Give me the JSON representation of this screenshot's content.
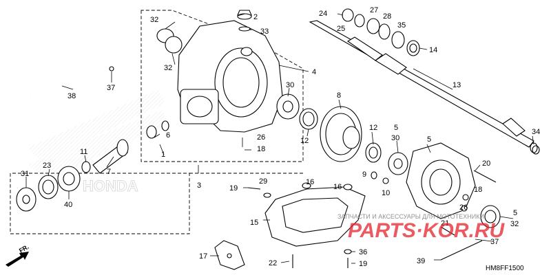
{
  "diagram": {
    "code": "HM8FF1500",
    "front_arrow_label": "FR.",
    "watermark_brand": "PARTS·KOR.RU",
    "watermark_text": "ЗАПЧАСТИ И АКСЕССУАРЫ ДЛЯ МОТОТЕХНИКИ",
    "callouts": [
      "1",
      "2",
      "3",
      "4",
      "5",
      "5",
      "6",
      "7",
      "8",
      "9",
      "10",
      "11",
      "12",
      "12",
      "13",
      "14",
      "15",
      "16",
      "16",
      "17",
      "18",
      "18",
      "19",
      "19",
      "20",
      "21",
      "22",
      "23",
      "24",
      "25",
      "26",
      "26",
      "27",
      "28",
      "29",
      "30",
      "30",
      "31",
      "32",
      "32",
      "32",
      "33",
      "34",
      "35",
      "36",
      "37",
      "37",
      "38",
      "39",
      "40"
    ]
  }
}
